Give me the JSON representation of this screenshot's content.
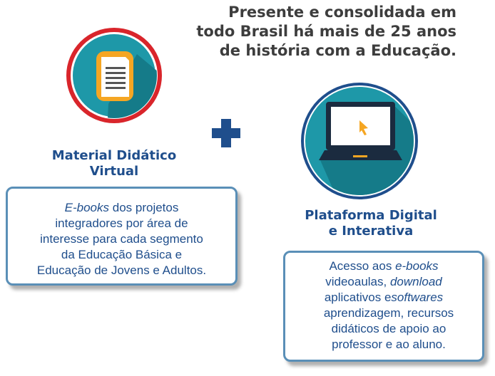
{
  "headline": {
    "line1": "Presente e consolidada em",
    "line2": "todo Brasil há mais de 25 anos",
    "line3": "de história com a Educação."
  },
  "material": {
    "title_line1": "Material Didático",
    "title_line2": "Virtual",
    "desc": {
      "l1_em": "E-books",
      "l1_rest": " dos projetos",
      "l2": "integradores por área de",
      "l3": "interesse para cada segmento",
      "l4": "da Educação Básica e",
      "l5": "Educação de Jovens e Adultos."
    }
  },
  "plataforma": {
    "title_line1": "Plataforma Digital",
    "title_line2": "e Interativa",
    "desc": {
      "l1_pre": "Acesso aos ",
      "l1_em": "e-books",
      "l2_pre": "videoaulas, ",
      "l2_em": "download",
      "l3_pre": "aplicativos e",
      "l3_em": "softwares",
      "l4": "aprendizagem, recursos",
      "l5": "didáticos de apoio ao",
      "l6": "professor e ao aluno."
    }
  },
  "icons": [
    "document-icon",
    "plus-icon",
    "laptop-icon"
  ],
  "colors": {
    "navy": "#1f4e8c",
    "teal": "#1e98a8",
    "red_ring": "#d9252b",
    "box_border": "#5a8fb7",
    "orange": "#f5a623"
  }
}
